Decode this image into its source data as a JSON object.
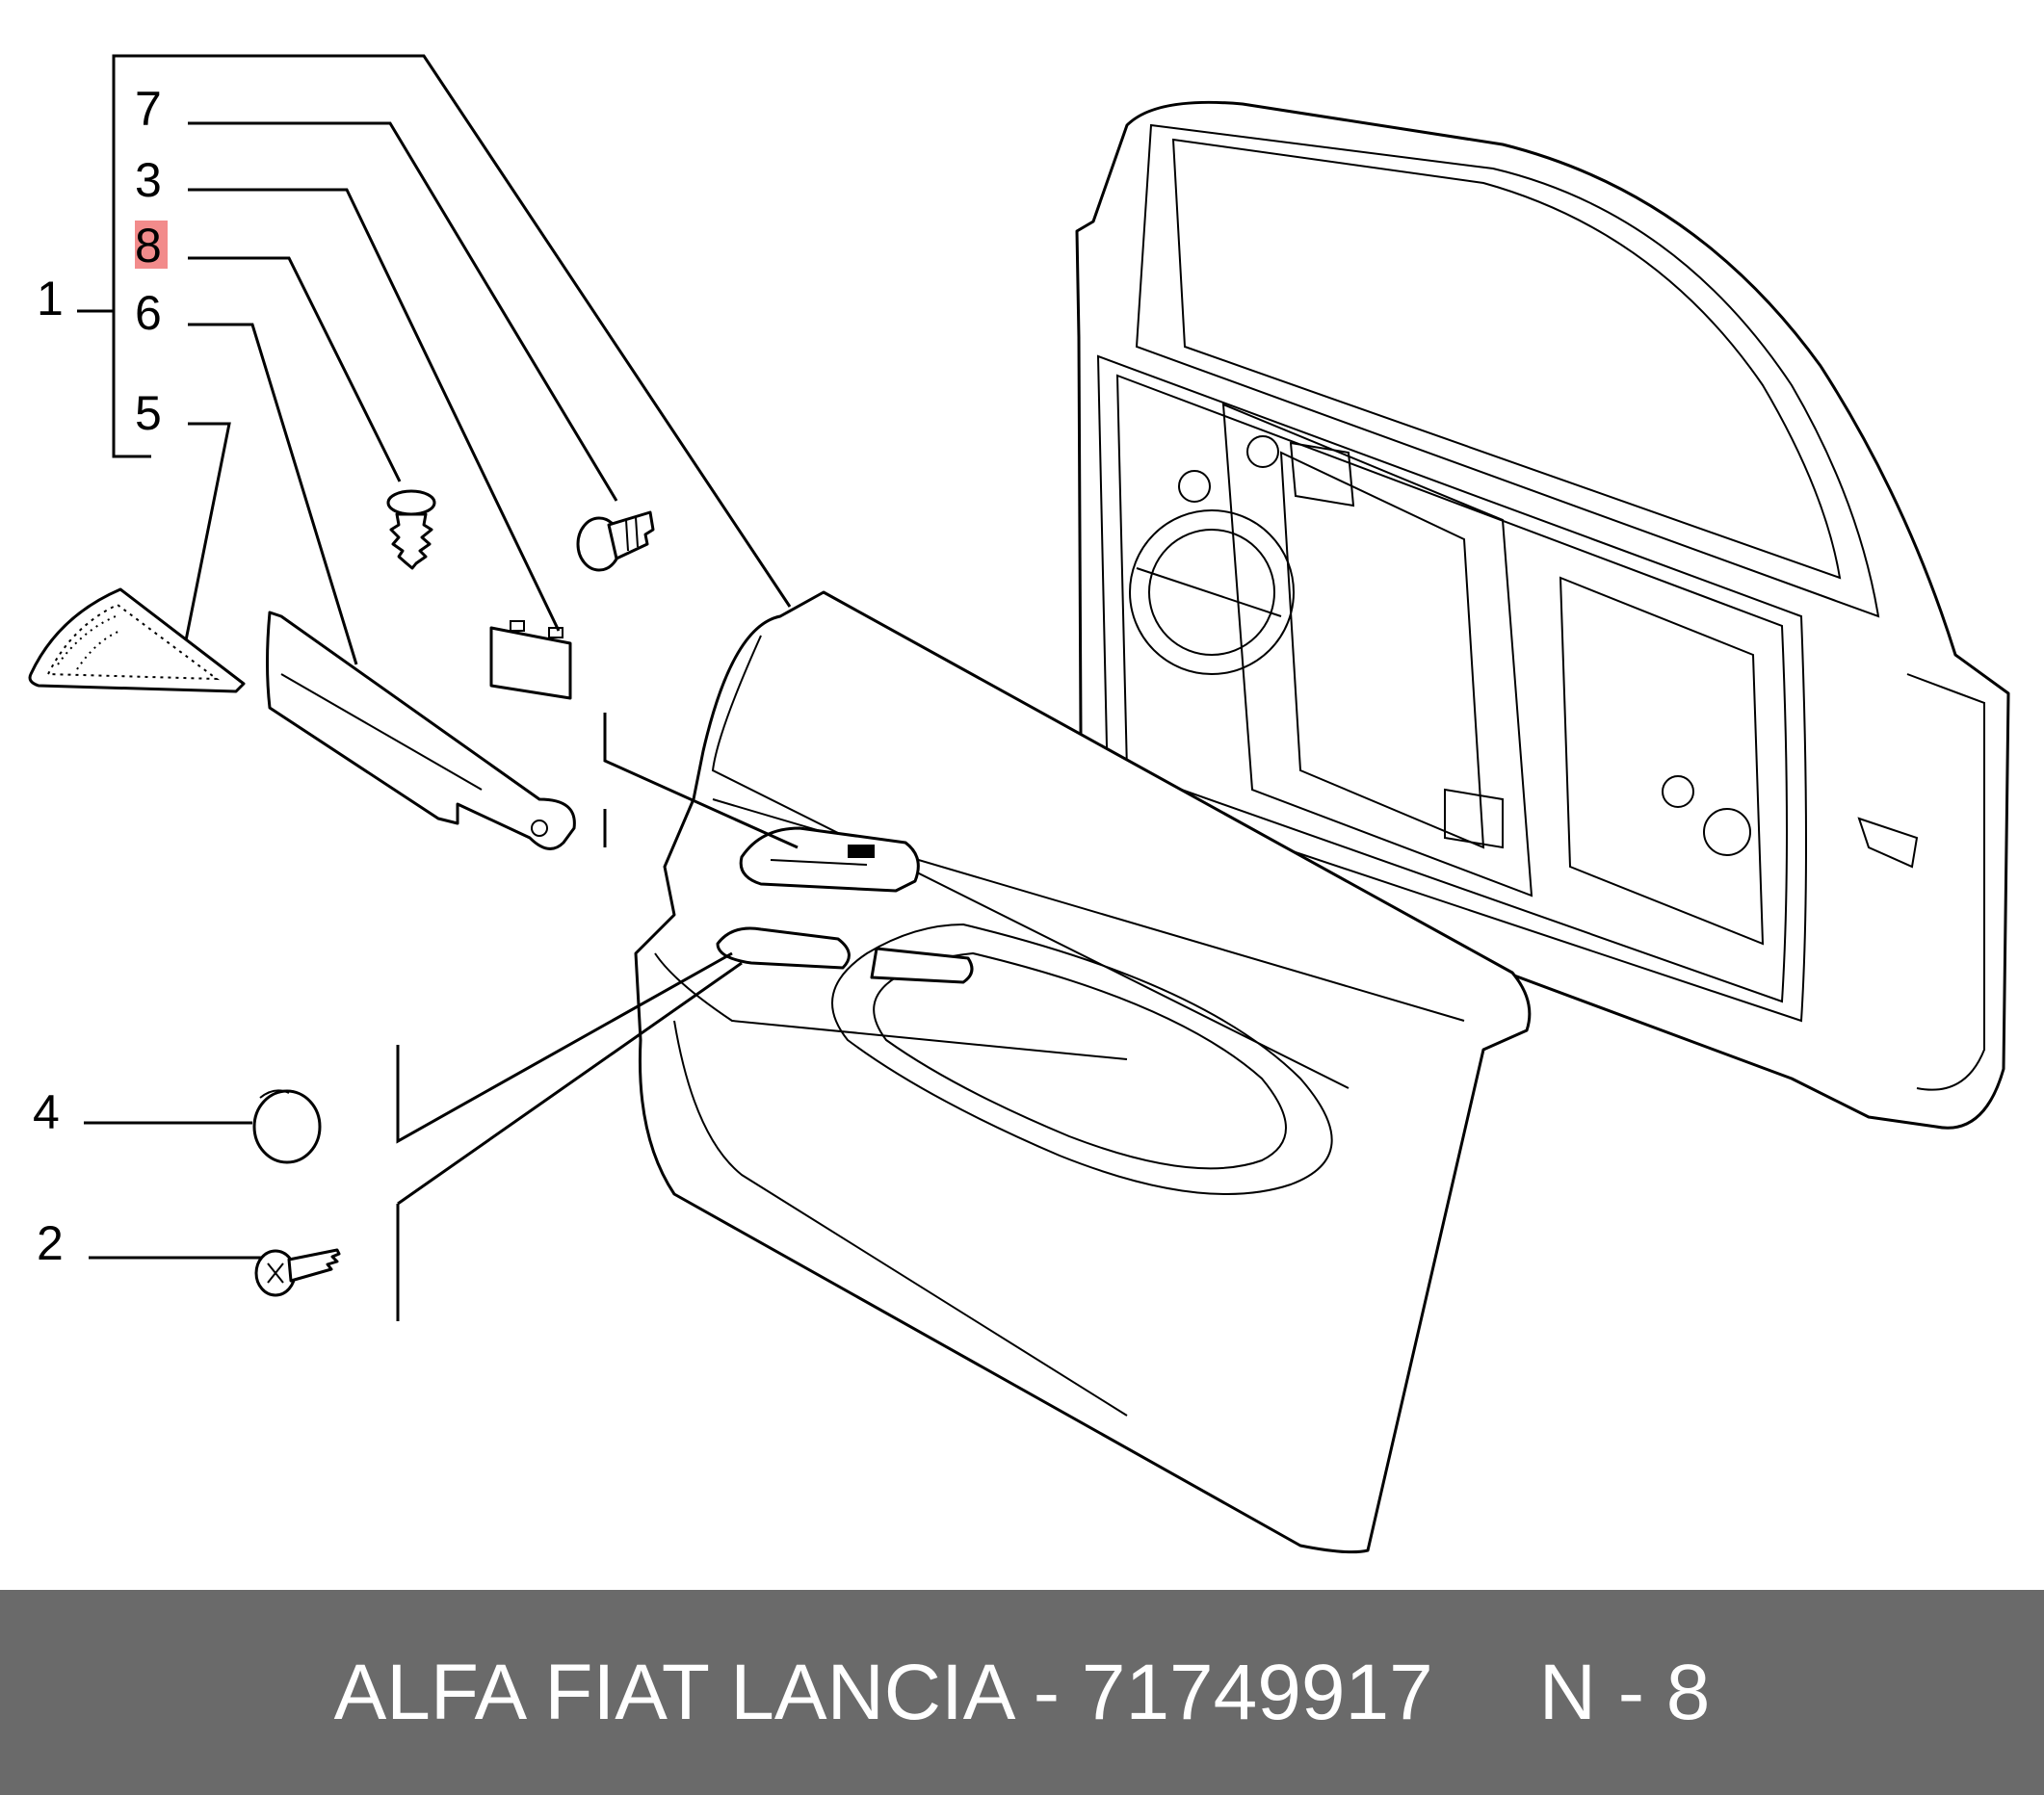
{
  "callouts": {
    "c1": "1",
    "c7": "7",
    "c3": "3",
    "c8": "8",
    "c6": "6",
    "c5": "5",
    "c4": "4",
    "c2": "2"
  },
  "highlight_color": "#f28b8b",
  "footer": {
    "title": "ALFA FIAT LANCIA - 71749917",
    "ref": "N - 8"
  },
  "colors": {
    "footer_bg": "#6a6a6a",
    "footer_text": "#ffffff"
  }
}
